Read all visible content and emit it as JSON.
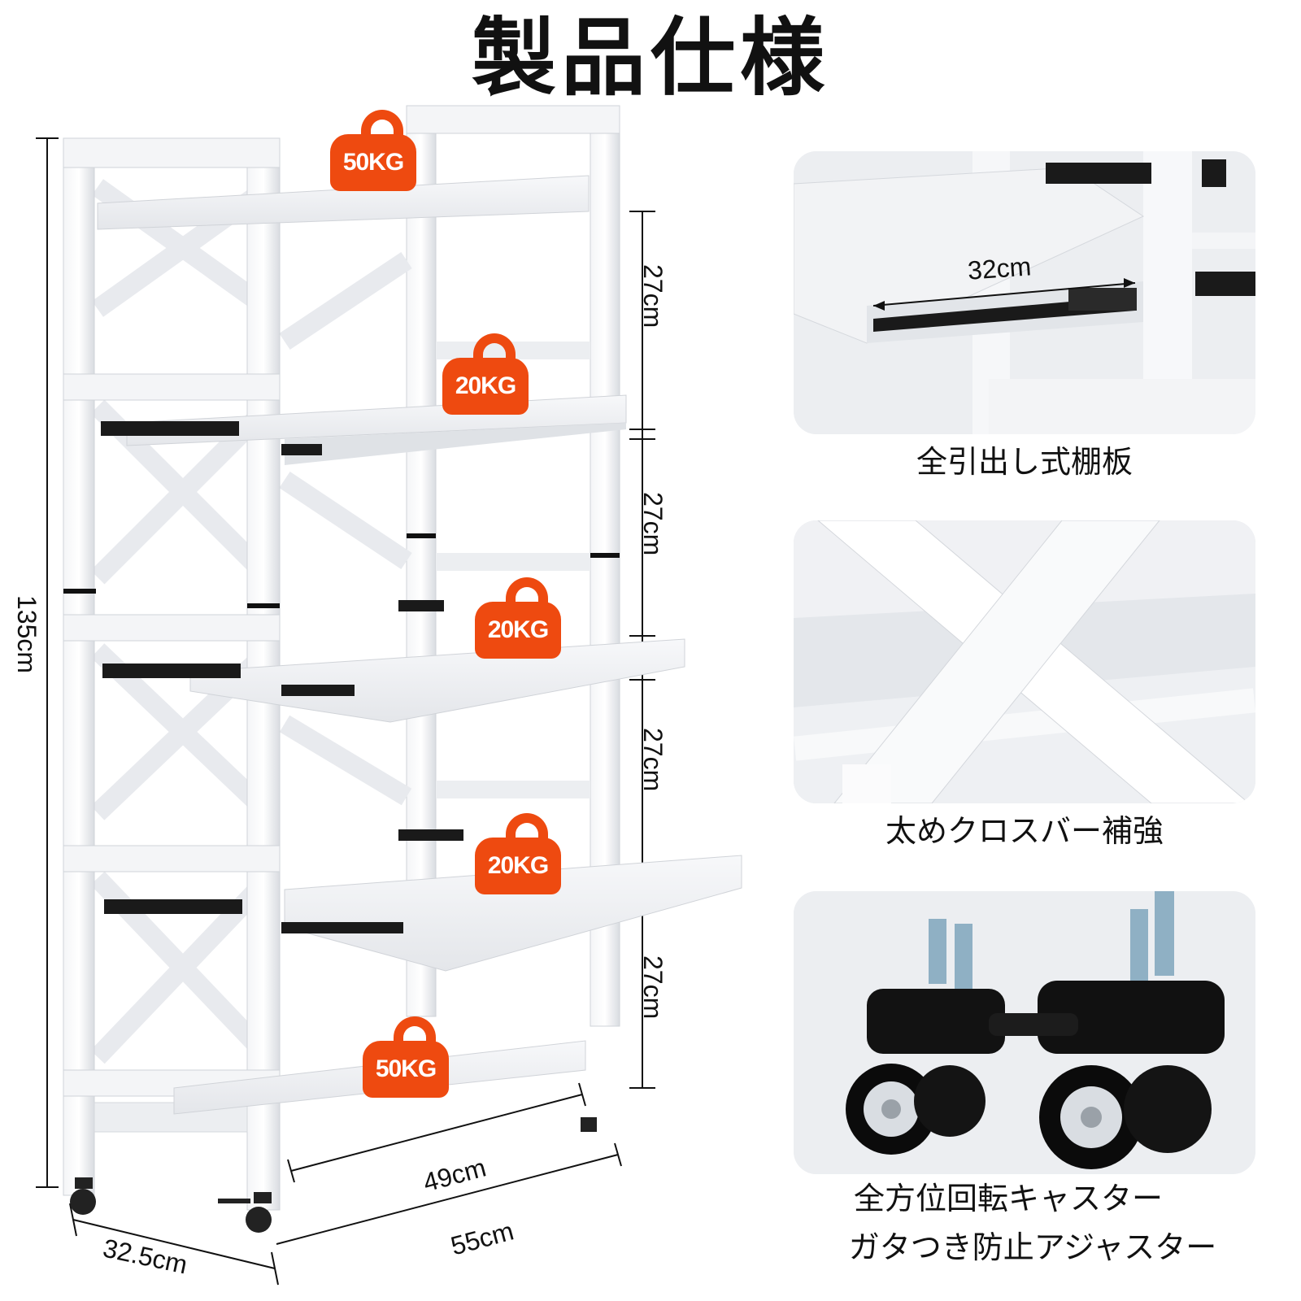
{
  "page_title": "製品仕様",
  "dimensions": {
    "height": "135cm",
    "tier_gap_1": "27cm",
    "tier_gap_2": "27cm",
    "tier_gap_3": "27cm",
    "tier_gap_4": "27cm",
    "depth": "32.5cm",
    "inner_width": "49cm",
    "outer_width": "55cm"
  },
  "load_badges": [
    "50KG",
    "20KG",
    "20KG",
    "20KG",
    "50KG"
  ],
  "features": [
    {
      "caption": "全引出し式棚板",
      "measure": "32cm"
    },
    {
      "caption": "太めクロスバー補強"
    },
    {
      "caption_line1": "全方位回転キャスター",
      "caption_line2": "ガタつき防止アジャスター"
    }
  ],
  "colors": {
    "badge": "#ee4a10",
    "frame": "#ffffff",
    "rail": "#1a1a1a"
  }
}
